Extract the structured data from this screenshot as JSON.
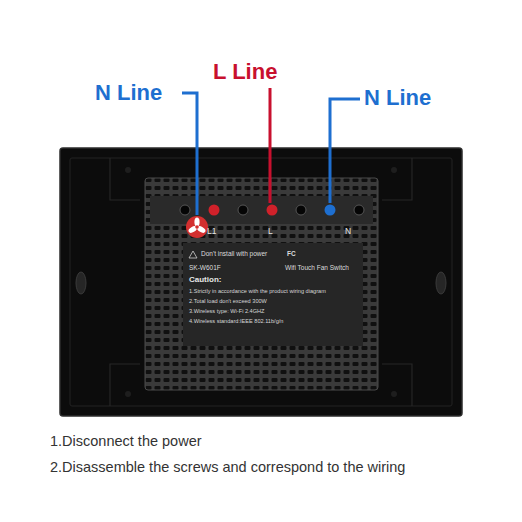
{
  "diagram": {
    "nodes": [
      {
        "text": [
          "L1",
          "L",
          "N",
          "Don't install with power",
          "FC",
          "SK-W601F",
          "Wifi Touch Fan Switch",
          "Caution:",
          "1.Strictly in accordance with the product wiring diagram",
          "2.Total load don't exceed 300W",
          "3.Wireless type: Wi-Fi 2.4GHZ",
          "4.Wireless standard:IEEE 802.11b/g/n"
        ]
      }
    ],
    "labels": [
      "N Line",
      "L Line",
      "N Line",
      "1.Disconnect the power",
      "2.Disassemble the screws and correspond to the wiring"
    ]
  }
}
